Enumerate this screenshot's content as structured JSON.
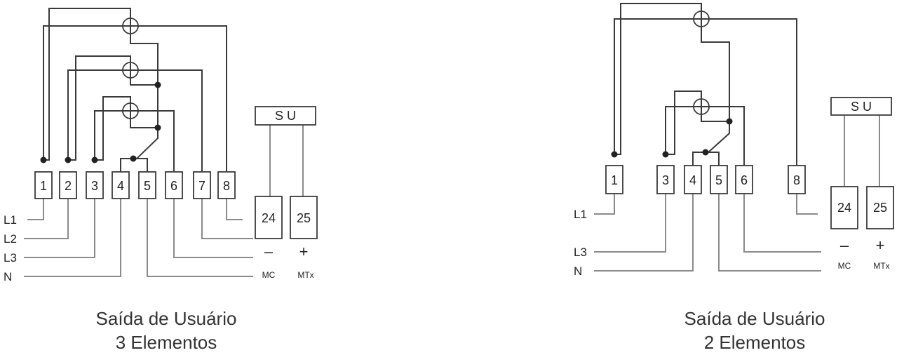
{
  "diagrams": [
    {
      "terminals": [
        "1",
        "2",
        "3",
        "4",
        "5",
        "6",
        "7",
        "8"
      ],
      "lines": [
        "L1",
        "L2",
        "L3",
        "N"
      ],
      "su": "S U",
      "outputs": [
        "24",
        "25"
      ],
      "signs": [
        "–",
        "+"
      ],
      "out_labels": [
        "MC",
        "MTx"
      ],
      "caption_line1": "Saída de Usuário",
      "caption_line2": "3 Elementos"
    },
    {
      "terminals": [
        "1",
        "3",
        "4",
        "5",
        "6",
        "8"
      ],
      "lines": [
        "L1",
        "L3",
        "N"
      ],
      "su": "S U",
      "outputs": [
        "24",
        "25"
      ],
      "signs": [
        "–",
        "+"
      ],
      "out_labels": [
        "MC",
        "MTx"
      ],
      "caption_line1": "Saída de Usuário",
      "caption_line2": "2 Elementos"
    }
  ]
}
